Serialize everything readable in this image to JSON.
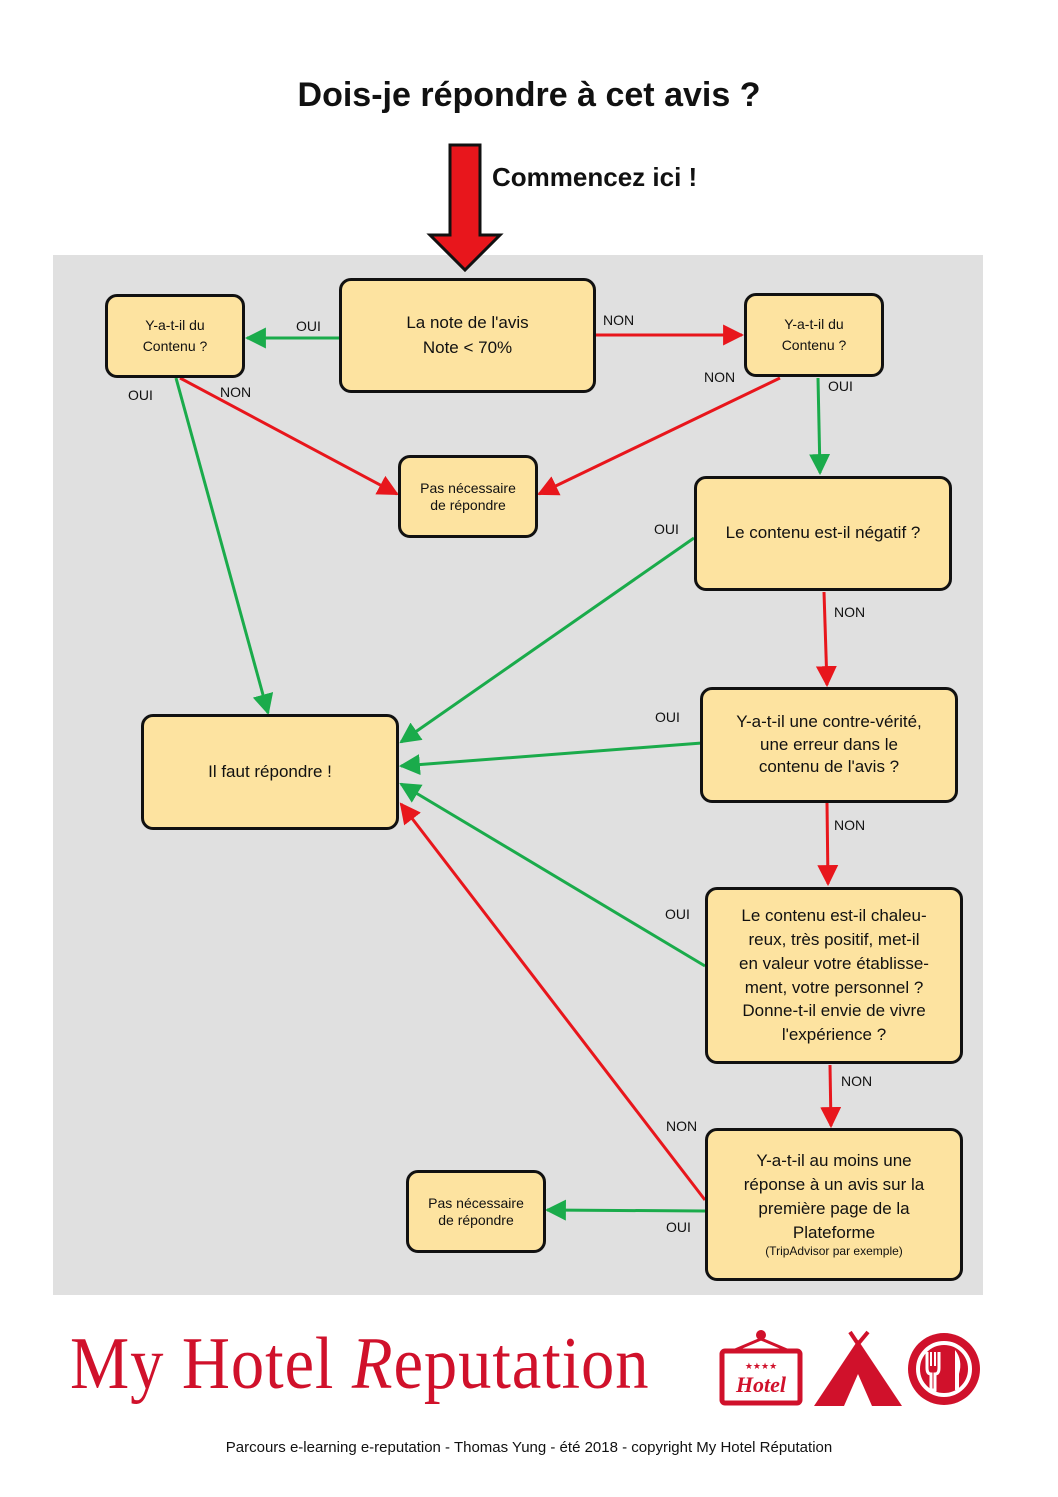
{
  "title": "Dois-je répondre à cet avis ?",
  "start_label": "Commencez ici !",
  "colors": {
    "yes_arrow": "#1aab4b",
    "no_arrow": "#e8161c",
    "node_fill": "#fde3a0",
    "panel": "#e0e0e0",
    "brand": "#d0112b"
  },
  "nodes": {
    "note": {
      "lines": [
        "La note de l'avis",
        "Note < 70%"
      ]
    },
    "content_left": {
      "lines": [
        "Y-a-t-il du",
        "Contenu ?"
      ]
    },
    "content_right": {
      "lines": [
        "Y-a-t-il du",
        "Contenu ?"
      ]
    },
    "no_need_top": {
      "lines": [
        "Pas nécessaire",
        "de répondre"
      ]
    },
    "negative": {
      "lines": [
        "Le contenu est-il négatif ?"
      ]
    },
    "error": {
      "lines": [
        "Y-a-t-il une contre-vérité,",
        "une erreur dans le",
        "contenu de l'avis ?"
      ]
    },
    "must_reply": {
      "lines": [
        "Il faut répondre !"
      ]
    },
    "warm": {
      "lines": [
        "Le contenu est-il chaleu-",
        "reux, très positif, met-il",
        "en valeur votre établisse-",
        "ment, votre personnel ?",
        "Donne-t-il envie de vivre",
        "l'expérience ?"
      ]
    },
    "platform": {
      "lines": [
        "Y-a-t-il au moins une",
        "réponse à un avis sur la",
        "première page de la",
        "Plateforme"
      ],
      "note": "(TripAdvisor par exemple)"
    },
    "no_need_bottom": {
      "lines": [
        "Pas nécessaire",
        "de répondre"
      ]
    }
  },
  "edge_labels": {
    "note_oui": "OUI",
    "note_non": "NON",
    "left_oui": "OUI",
    "left_non": "NON",
    "right_non": "NON",
    "right_oui": "OUI",
    "negative_oui": "OUI",
    "negative_non": "NON",
    "error_oui": "OUI",
    "error_non": "NON",
    "warm_oui": "OUI",
    "warm_non": "NON",
    "platform_non": "NON",
    "platform_oui": "OUI"
  },
  "brand": {
    "name_start": "My Hotel ",
    "name_r": "R",
    "name_end": "eputation",
    "sign_text": "Hotel",
    "sign_stars": "★★★★"
  },
  "footer": "Parcours e-learning e-reputation - Thomas Yung - été 2018 - copyright My Hotel Réputation"
}
